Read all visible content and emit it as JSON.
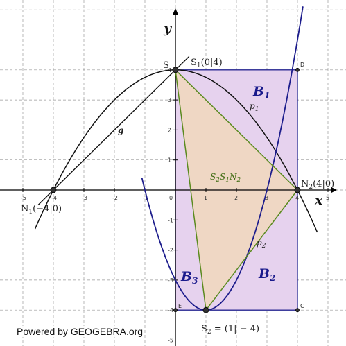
{
  "axes": {
    "x_label": "x",
    "y_label": "y",
    "x_ticks": [
      "-5",
      "-4",
      "-3",
      "-2",
      "-1",
      "0",
      "1",
      "2",
      "3",
      "4",
      "5"
    ],
    "y_ticks": [
      "4",
      "3",
      "2",
      "1",
      "-1",
      "-2",
      "-3",
      "-4",
      "-5"
    ]
  },
  "points": {
    "S1": {
      "name": "S",
      "label_main": "S",
      "label_sub": "1",
      "label_rest": "(0|4)",
      "x": 0,
      "y": 4
    },
    "N1": {
      "label_main": "N",
      "label_sub": "1",
      "label_rest": "(−4|0)",
      "x": -4,
      "y": 0
    },
    "N2": {
      "label_main": "N",
      "label_sub": "2",
      "label_rest": "(4|0)",
      "x": 4,
      "y": 0
    },
    "S2": {
      "label_main": "S",
      "label_sub": "2",
      "label_rest": " = (1| − 4)",
      "x": 1,
      "y": -4
    },
    "D": {
      "label": "D",
      "x": 4,
      "y": 4
    },
    "C": {
      "label": "C",
      "x": 4,
      "y": -4
    },
    "E": {
      "label": "E",
      "x": 0,
      "y": -4
    }
  },
  "curves": {
    "p1": {
      "main": "p",
      "sub": "1"
    },
    "p2": {
      "main": "p",
      "sub": "2"
    },
    "g": "g"
  },
  "regions": {
    "B1": {
      "main": "B",
      "sub": "1"
    },
    "B2": {
      "main": "B",
      "sub": "2"
    },
    "B3": {
      "main": "B",
      "sub": "3"
    },
    "triangle": {
      "parts": [
        "S",
        "2",
        "S",
        "1",
        "N",
        "2"
      ]
    }
  },
  "colors": {
    "rect_fill": "#e6d2ee",
    "triangle_fill": "#f0d8bc",
    "blue": "#1c1c8c",
    "green": "#5a8a1e",
    "black": "#111111"
  },
  "branding": "Powered by GEOGEBRA.org"
}
